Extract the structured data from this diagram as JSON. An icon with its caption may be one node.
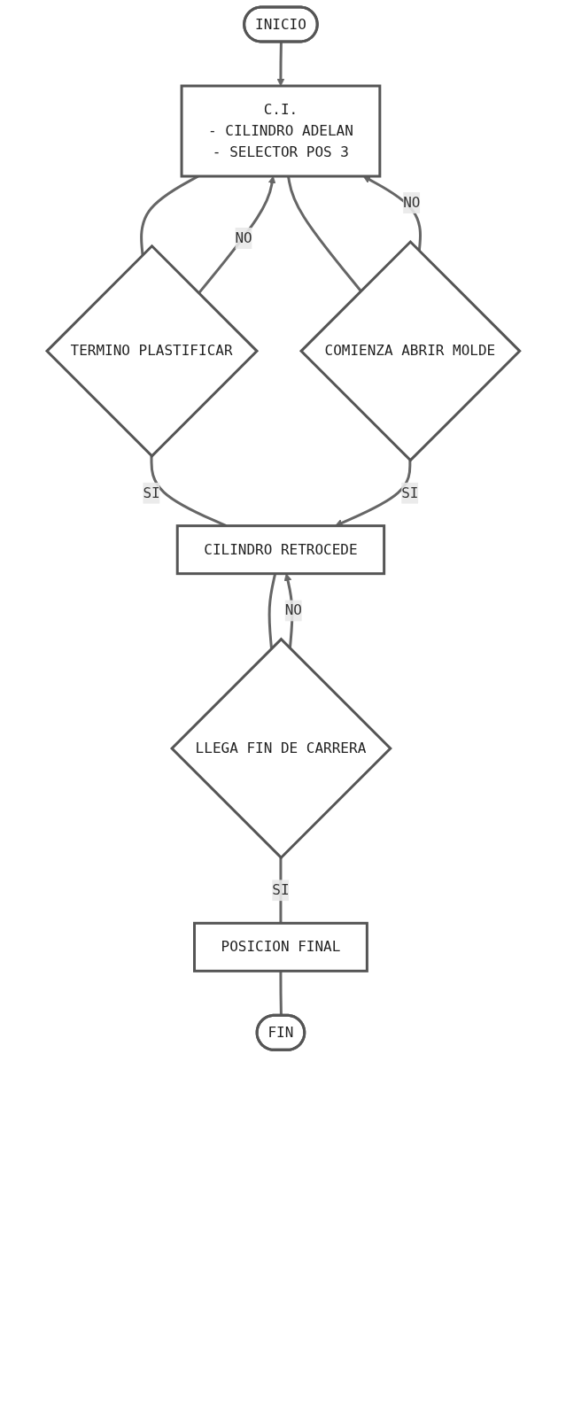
{
  "diagram": {
    "nodes": [
      {
        "text": [
          "INICIO"
        ]
      },
      {
        "text": [
          "C.I.",
          "- CILINDRO ADELAN",
          "- SELECTOR POS 3"
        ]
      },
      {
        "text": [
          "TERMINO PLASTIFICAR"
        ]
      },
      {
        "text": [
          "COMIENZA ABRIR MOLDE"
        ]
      },
      {
        "text": [
          "CILINDRO RETROCEDE"
        ]
      },
      {
        "text": [
          "LLEGA FIN DE CARRERA"
        ]
      },
      {
        "text": [
          "POSICION FINAL"
        ]
      },
      {
        "text": [
          "FIN"
        ]
      }
    ],
    "edges": [
      {
        "from": 0,
        "to": 1,
        "arrow": "to"
      },
      {
        "from": 1,
        "to": 2,
        "arrow": "none"
      },
      {
        "from": 1,
        "to": 3,
        "arrow": "none"
      },
      {
        "from": 2,
        "to": 1,
        "label": "NO",
        "arrow": "to"
      },
      {
        "from": 3,
        "to": 1,
        "label": "NO",
        "arrow": "to"
      },
      {
        "from": 2,
        "to": 4,
        "label": "SI",
        "arrow": "none"
      },
      {
        "from": 3,
        "to": 4,
        "label": "SI",
        "arrow": "to"
      },
      {
        "from": 4,
        "to": 5,
        "arrow": "none"
      },
      {
        "from": 5,
        "to": 4,
        "label": "NO",
        "arrow": "to"
      },
      {
        "from": 5,
        "to": 6,
        "label": "SI",
        "arrow": "none"
      },
      {
        "from": 6,
        "to": 7,
        "arrow": "none"
      }
    ]
  }
}
